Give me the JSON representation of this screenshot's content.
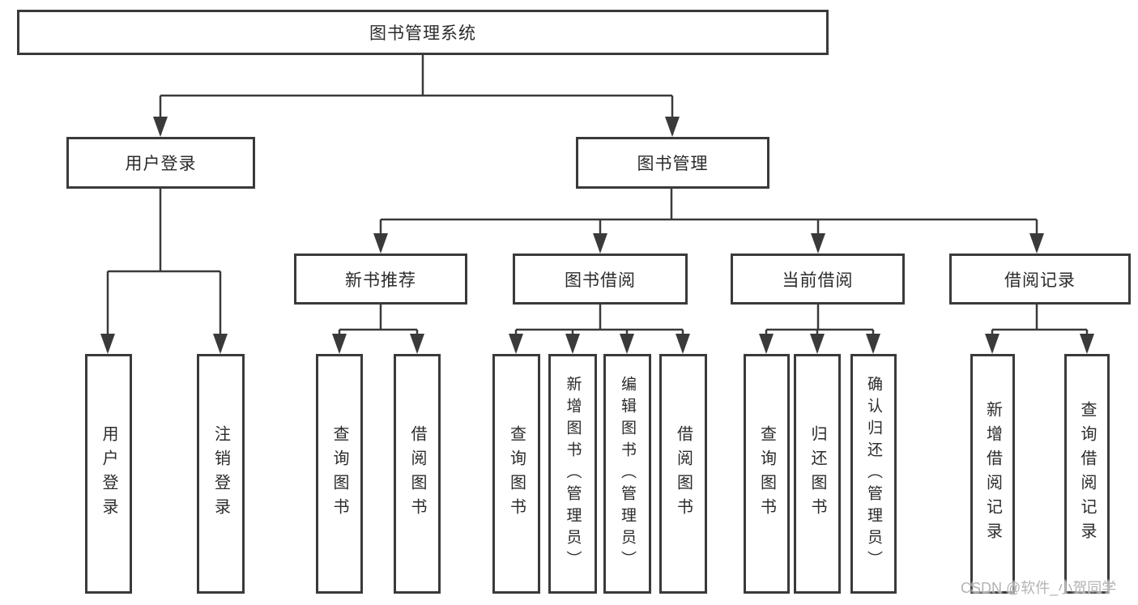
{
  "diagram_title": "图书管理系统",
  "nodes": {
    "root": "图书管理系统",
    "user_login": "用户登录",
    "book_management": "图书管理",
    "new_book_recommend": "新书推荐",
    "book_borrowing": "图书借阅",
    "current_borrowing": "当前借阅",
    "borrowing_records": "借阅记录",
    "login_leaf": "用户登录",
    "logout_leaf": "注销登录",
    "rec_query_books": "查询图书",
    "rec_borrow_books": "借阅图书",
    "bb_query_books": "查询图书",
    "bb_add_books": "新增图书（管理员）",
    "bb_edit_books": "编辑图书（管理员）",
    "bb_borrow_books": "借阅图书",
    "cb_query_books": "查询图书",
    "cb_return_books": "归还图书",
    "cb_confirm_return": "确认归还（管理员）",
    "br_add_record": "新增借阅记录",
    "br_query_record": "查询借阅记录"
  },
  "watermark": "CSDN @软件_小贺同学",
  "colors": {
    "line": "#3a3a3a",
    "text": "#2b2b2b",
    "watermark": "#b3b3b3",
    "background": "#ffffff"
  }
}
